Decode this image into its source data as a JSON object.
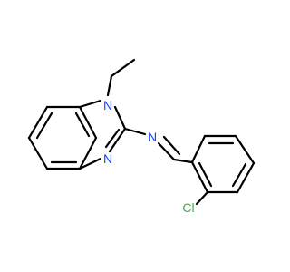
{
  "colors": {
    "background": "#ffffff",
    "bond": "#000000",
    "nitrogen": "#1a3cff",
    "chlorine": "#3cb043"
  },
  "labels": {
    "n1": "N",
    "n3": "N",
    "n_imine": "N",
    "cl": "Cl"
  }
}
